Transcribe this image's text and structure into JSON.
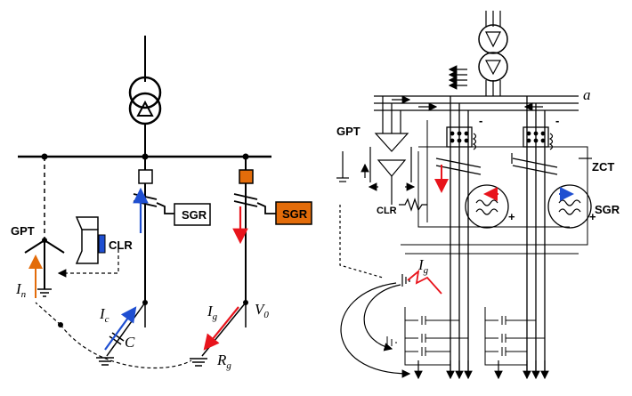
{
  "left": {
    "gpt": "GPT",
    "clr": "CLR",
    "sgr_left": "SGR",
    "sgr_right": "SGR",
    "in": {
      "base": "I",
      "sub": "n"
    },
    "ic": {
      "base": "I",
      "sub": "c"
    },
    "c": "C",
    "ig": {
      "base": "I",
      "sub": "g"
    },
    "v0": {
      "base": "V",
      "sub": "0"
    },
    "rg": {
      "base": "R",
      "sub": "g"
    }
  },
  "right": {
    "a": "a",
    "gpt": "GPT",
    "zct": "ZCT",
    "clr": "CLR",
    "sgr": "SGR",
    "ig": {
      "base": "I",
      "sub": "g"
    },
    "plus1": "+",
    "plus2": "+",
    "minus1": "-",
    "minus2": "-"
  },
  "colors": {
    "orange": "#e36c0a",
    "blue": "#1f4fd1",
    "red": "#e8141c",
    "line": "#000000",
    "dashed": "#555555"
  }
}
